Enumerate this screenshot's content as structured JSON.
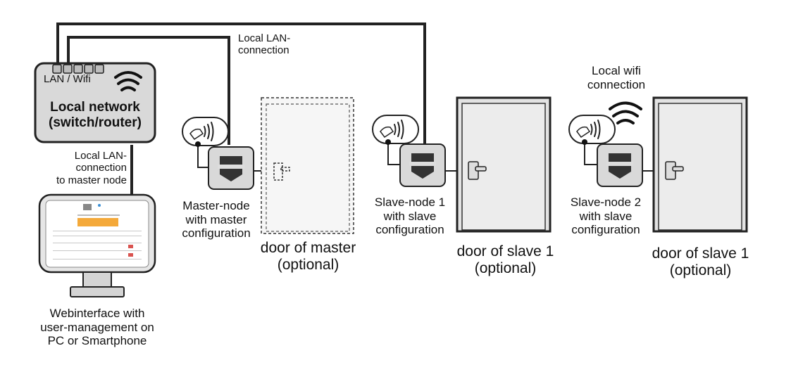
{
  "router": {
    "port_label": "LAN / Wifi",
    "title_line1": "Local network",
    "title_line2": "(switch/router)"
  },
  "lan_top": {
    "line1": "Local LAN-",
    "line2": "connection"
  },
  "lan_master": {
    "line1": "Local LAN-",
    "line2": "connection",
    "line3": "to master node"
  },
  "wifi": {
    "line1": "Local wifi",
    "line2": "connection"
  },
  "web": {
    "line1": "Webinterface with",
    "line2": "user-management on",
    "line3": "PC or Smartphone"
  },
  "master_node": {
    "line1": "Master-node",
    "line2": "with master",
    "line3": "configuration"
  },
  "slave1_node": {
    "line1": "Slave-node 1",
    "line2": "with slave",
    "line3": "configuration"
  },
  "slave2_node": {
    "line1": "Slave-node 2",
    "line2": "with slave",
    "line3": "configuration"
  },
  "door_master": {
    "line1": "door of master",
    "line2": "(optional)"
  },
  "door_slave1": {
    "line1": "door of slave 1",
    "line2": "(optional)"
  },
  "door_slave2": {
    "line1": "door of slave 1",
    "line2": "(optional)"
  },
  "colors": {
    "line": "#222222",
    "device": "#d9d9d9",
    "door": "#e3e3e3",
    "accent": "#f4a93a",
    "badge": "#d9534f"
  }
}
